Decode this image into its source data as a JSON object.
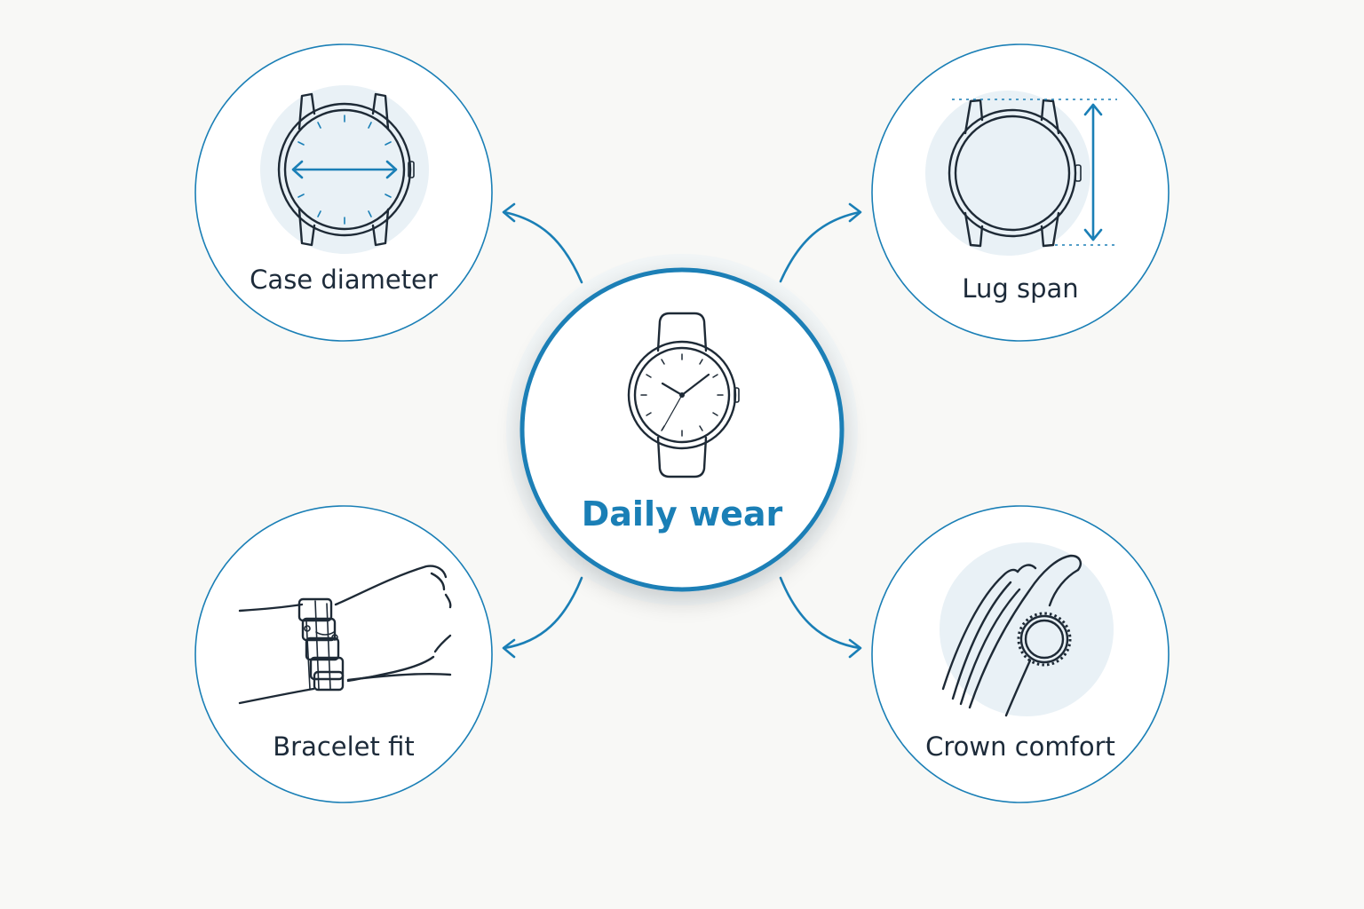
{
  "colors": {
    "accent": "#1a7fb6",
    "ink": "#1e2a36",
    "circle_fill": "#ffffff",
    "halo": "#e9f1f6",
    "background": "#f8f8f6"
  },
  "center": {
    "label": "Daily wear",
    "icon": "wristwatch-icon"
  },
  "nodes": [
    {
      "id": "case-diameter",
      "label": "Case diameter",
      "icon": "watch-case-diameter-icon"
    },
    {
      "id": "lug-span",
      "label": "Lug span",
      "icon": "watch-lug-span-icon"
    },
    {
      "id": "bracelet-fit",
      "label": "Bracelet fit",
      "icon": "wrist-bracelet-icon"
    },
    {
      "id": "crown-comfort",
      "label": "Crown comfort",
      "icon": "hand-crown-icon"
    }
  ]
}
